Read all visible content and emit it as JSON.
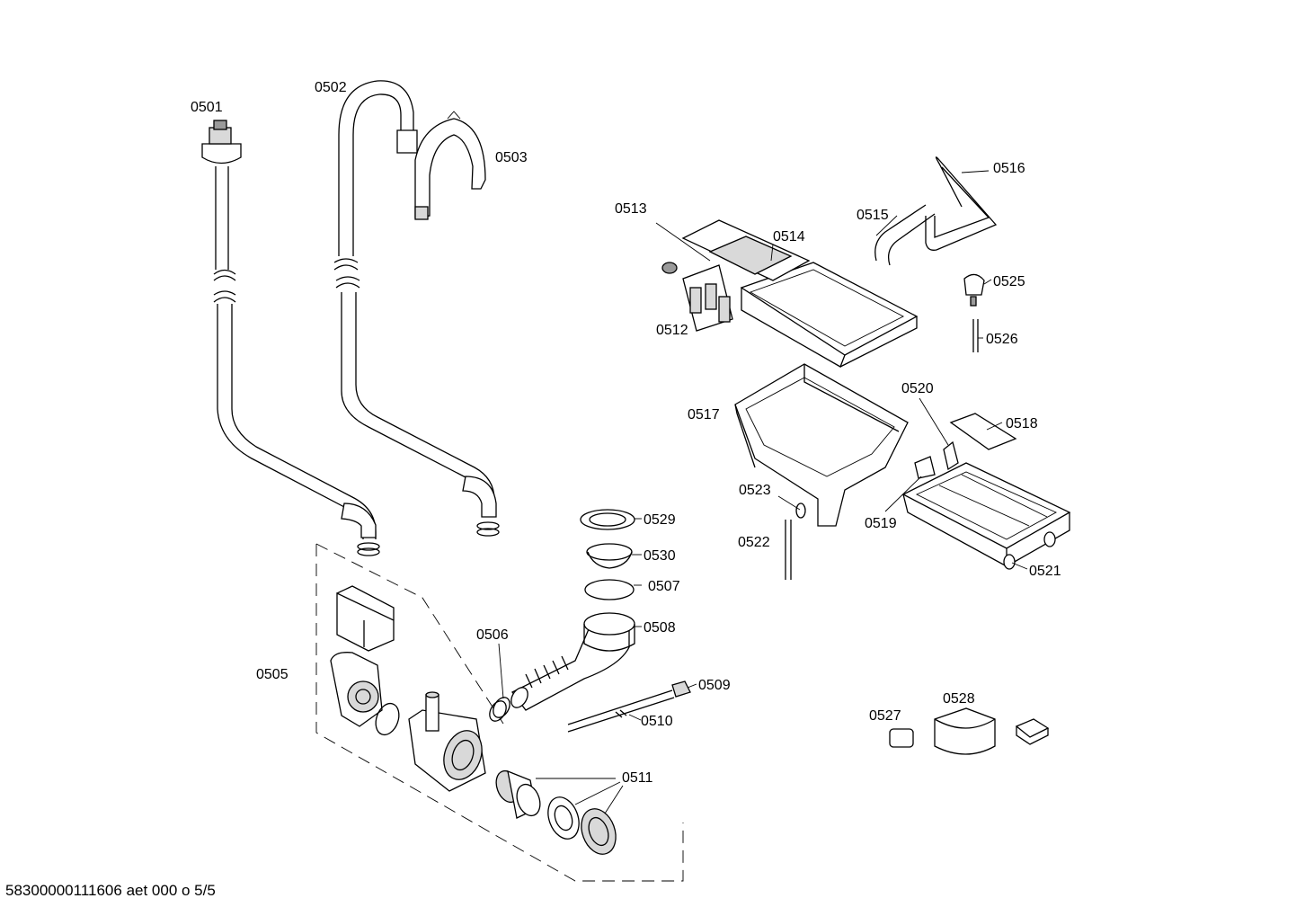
{
  "labels": {
    "p0501": "0501",
    "p0502": "0502",
    "p0503": "0503",
    "p0505": "0505",
    "p0506": "0506",
    "p0507": "0507",
    "p0508": "0508",
    "p0509": "0509",
    "p0510": "0510",
    "p0511": "0511",
    "p0512": "0512",
    "p0513": "0513",
    "p0514": "0514",
    "p0515": "0515",
    "p0516": "0516",
    "p0517": "0517",
    "p0518": "0518",
    "p0519": "0519",
    "p0520": "0520",
    "p0521": "0521",
    "p0522": "0522",
    "p0523": "0523",
    "p0525": "0525",
    "p0526": "0526",
    "p0527": "0527",
    "p0528": "0528",
    "p0529": "0529",
    "p0530": "0530"
  },
  "footer": "58300000111606 aet 000 o 5/5"
}
